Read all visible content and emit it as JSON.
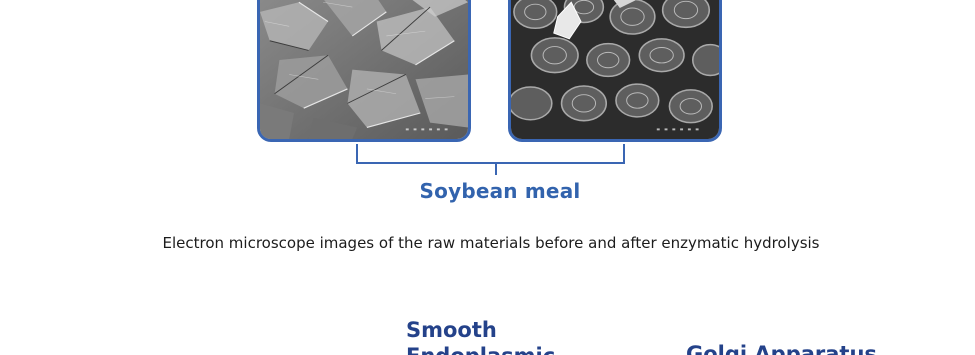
{
  "figure": {
    "group_label": "Soybean meal",
    "caption": "Electron microscope images of the raw materials before and after enzymatic hydrolysis"
  },
  "organelles": {
    "smooth_line1": "Smooth",
    "smooth_line2": "Endoplasmic",
    "golgi": "Golgi Apparatus"
  },
  "colors": {
    "accent_blue": "#3a66b3",
    "organelle_blue": "#24428a",
    "caption_text": "#1c1c1c"
  }
}
